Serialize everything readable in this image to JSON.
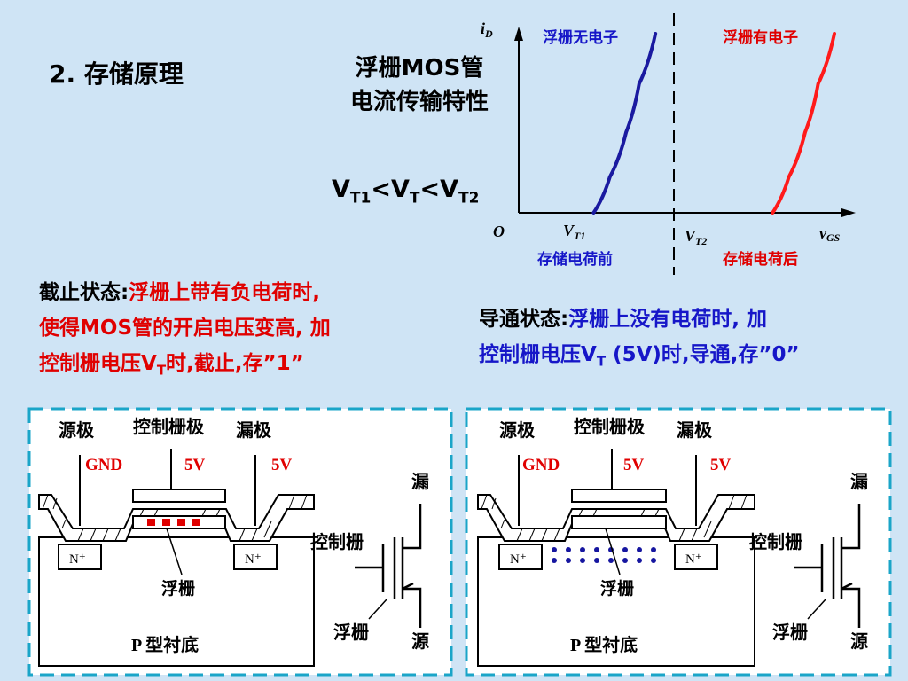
{
  "section_title": "2. 存储原理",
  "chart_title_line1": "浮栅MOS管",
  "chart_title_line2": "电流传输特性",
  "vt_relation": {
    "v1": "V",
    "s1": "T1",
    "lt1": "<V",
    "s2": "T",
    "lt2": "<V",
    "s3": "T2"
  },
  "chart_data": {
    "type": "line",
    "title": "浮栅MOS管 电流传输特性",
    "xlabel_main": "v",
    "xlabel_sub": "GS",
    "ylabel_main": "i",
    "ylabel_sub": "D",
    "origin_label": "O",
    "vt1_label_main": "V",
    "vt1_label_sub": "T1",
    "vt2_label_main": "V",
    "vt2_label_sub": "T2",
    "series": [
      {
        "name": "浮栅无电子",
        "color": "#1a1aa0",
        "caption": "存储电荷前",
        "x": [
          0.23,
          0.28,
          0.33,
          0.37,
          0.42
        ],
        "y": [
          0,
          0.2,
          0.45,
          0.72,
          1.0
        ]
      },
      {
        "name": "浮栅有电子",
        "color": "#ff1a1a",
        "caption": "存储电荷后",
        "x": [
          0.78,
          0.83,
          0.88,
          0.92,
          0.97
        ],
        "y": [
          0,
          0.2,
          0.45,
          0.72,
          1.0
        ]
      }
    ]
  },
  "cutoff": {
    "label": "截止状态:",
    "text1": "浮栅上带有负电荷时,",
    "text2": "使得MOS管的开启电压变高, 加",
    "text3a": "控制栅电压V",
    "text3sub": "T",
    "text3b": "时,截止,存”1”"
  },
  "conduct": {
    "label": "导通状态:",
    "text1": "浮栅上没有电荷时, 加",
    "text2a": "控制栅电压V",
    "text2sub": "T",
    "text2b": " (5V)时,导通,存”0”"
  },
  "left_diagram": {
    "source": "源极",
    "control_gate": "控制栅极",
    "drain": "漏极",
    "gnd": "GND",
    "v_gate": "5V",
    "v_drain": "5V",
    "n_left": "N⁺",
    "n_right": "N⁺",
    "floating_gate": "浮栅",
    "substrate": "P 型衬底",
    "sym_drain": "漏",
    "sym_control": "控制栅",
    "sym_float": "浮栅",
    "sym_source": "源"
  },
  "right_diagram": {
    "source": "源极",
    "control_gate": "控制栅极",
    "drain": "漏极",
    "gnd": "GND",
    "v_gate": "5V",
    "v_drain": "5V",
    "n_left": "N⁺",
    "n_right": "N⁺",
    "floating_gate": "浮栅",
    "substrate": "P 型衬底",
    "sym_drain": "漏",
    "sym_control": "控制栅",
    "sym_float": "浮栅",
    "sym_source": "源"
  }
}
